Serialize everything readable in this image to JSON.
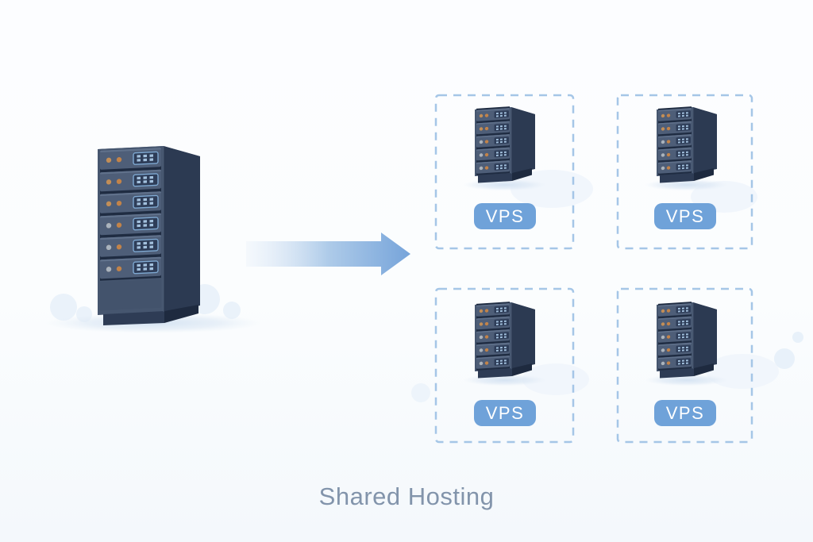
{
  "diagram": {
    "caption": "Shared Hosting",
    "source_server": {
      "rack_units": 6
    },
    "arrow": {
      "direction": "right"
    },
    "vps_instances": [
      {
        "label": "VPS"
      },
      {
        "label": "VPS"
      },
      {
        "label": "VPS"
      },
      {
        "label": "VPS"
      }
    ]
  },
  "colors": {
    "background": "#FBFDFE",
    "box_border": "#A5C6E7",
    "badge_bg": "#6FA2D9",
    "badge_text": "#FFFFFF",
    "caption_text": "#8294AB",
    "server_front": "#46566F",
    "server_side": "#2C3A52",
    "server_top": "#5A6B85",
    "rack_unit_face": "#4E5E78",
    "led_orange": "#C28349",
    "led_tan": "#C28E57",
    "led_gray": "#A9B3BE",
    "vent_outline": "#7FA9D2",
    "vent_fill": "#2E3D58",
    "vent_dot_light": "#A3C1DE",
    "arrow_start": "#EDF3FB",
    "arrow_end": "#76A4DA",
    "shadow": "#D7E4F2"
  }
}
